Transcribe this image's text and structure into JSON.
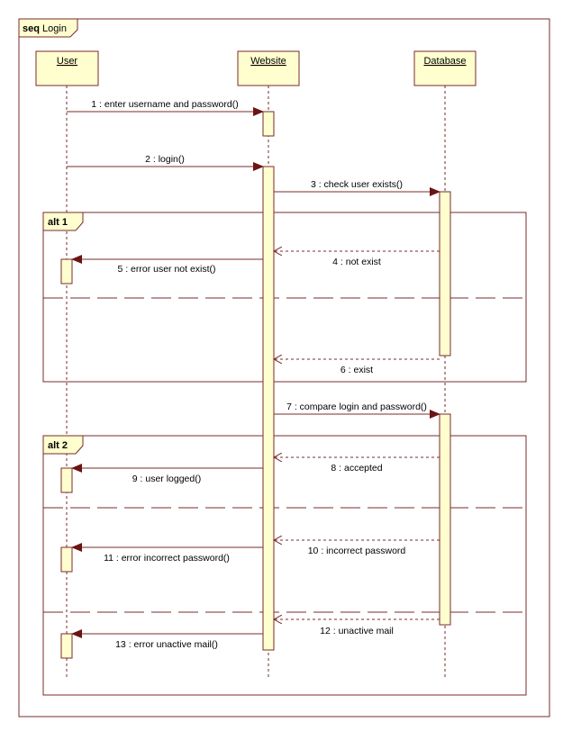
{
  "frame": {
    "keyword": "seq",
    "name": "Login"
  },
  "participants": [
    {
      "id": "user",
      "label": "User"
    },
    {
      "id": "website",
      "label": "Website"
    },
    {
      "id": "database",
      "label": "Database"
    }
  ],
  "fragments": [
    {
      "keyword": "alt",
      "guard": "1"
    },
    {
      "keyword": "alt",
      "guard": "2"
    }
  ],
  "messages": [
    {
      "number": "1",
      "text": "1 : enter username and password()",
      "from": "user",
      "to": "website",
      "kind": "sync"
    },
    {
      "number": "2",
      "text": "2 : login()",
      "from": "user",
      "to": "website",
      "kind": "sync"
    },
    {
      "number": "3",
      "text": "3 : check user exists()",
      "from": "website",
      "to": "database",
      "kind": "sync"
    },
    {
      "number": "4",
      "text": "4 : not exist",
      "from": "database",
      "to": "website",
      "kind": "return"
    },
    {
      "number": "5",
      "text": "5 : error user not exist()",
      "from": "website",
      "to": "user",
      "kind": "sync"
    },
    {
      "number": "6",
      "text": "6 : exist",
      "from": "database",
      "to": "website",
      "kind": "return"
    },
    {
      "number": "7",
      "text": "7 : compare login and password()",
      "from": "website",
      "to": "database",
      "kind": "sync"
    },
    {
      "number": "8",
      "text": "8 : accepted",
      "from": "database",
      "to": "website",
      "kind": "return"
    },
    {
      "number": "9",
      "text": "9 : user logged()",
      "from": "website",
      "to": "user",
      "kind": "sync"
    },
    {
      "number": "10",
      "text": "10 : incorrect password",
      "from": "database",
      "to": "website",
      "kind": "return"
    },
    {
      "number": "11",
      "text": "11 : error incorrect password()",
      "from": "website",
      "to": "user",
      "kind": "sync"
    },
    {
      "number": "12",
      "text": "12 : unactive mail",
      "from": "database",
      "to": "website",
      "kind": "return"
    },
    {
      "number": "13",
      "text": "13 : error unactive mail()",
      "from": "website",
      "to": "user",
      "kind": "sync"
    }
  ]
}
